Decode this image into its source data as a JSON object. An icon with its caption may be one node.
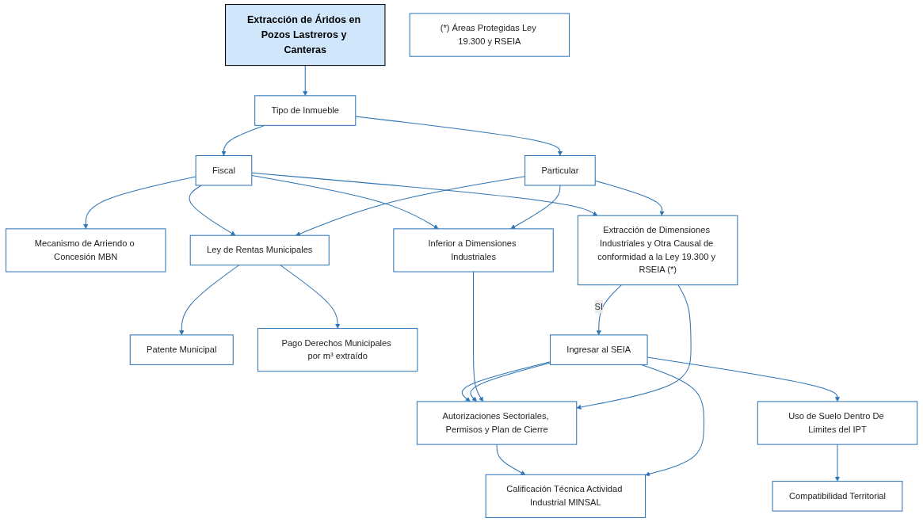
{
  "diagram": {
    "nodes": [
      {
        "text": [
          "Extracción de Áridos en Pozos Lastreros y Canteras"
        ]
      },
      {
        "text": [
          "Tipo de Inmueble"
        ]
      },
      {
        "text": [
          "Particular"
        ]
      },
      {
        "text": [
          "Fiscal"
        ]
      },
      {
        "text": [
          "Mecanismo de Arriendo o Concesión MBN"
        ]
      },
      {
        "text": [
          "Extracción de Dimensiones Industriales y Otra Causal de conformidad a la Ley 19.300 y RSEIA (*)"
        ]
      },
      {
        "text": [
          "Inferior a Dimensiones Industriales"
        ]
      },
      {
        "text": [
          "Ley de Rentas Municipales"
        ]
      },
      {
        "text": [
          "Ingresar al SEIA"
        ]
      },
      {
        "text": [
          "Autorizaciones Sectoriales, Permisos y Plan de Cierre"
        ]
      },
      {
        "text": [
          "Pago Derechos Municipales por m³ extraído"
        ]
      },
      {
        "text": [
          "Patente Municipal"
        ]
      },
      {
        "text": [
          "(*) Áreas Protegidas Ley 19.300 y RSEIA"
        ]
      },
      {
        "text": [
          "Uso de Suelo Dentro De Limites del IPT"
        ]
      },
      {
        "text": [
          "Calificación Técnica Actividad Industrial MINSAL"
        ]
      },
      {
        "text": [
          "Compatibilidad Territorial"
        ]
      }
    ],
    "edges": [
      {
        "from": 0,
        "to": 1,
        "arrow": "to"
      },
      {
        "from": 1,
        "to": 2,
        "arrow": "to"
      },
      {
        "from": 1,
        "to": 3,
        "arrow": "to"
      },
      {
        "from": 3,
        "to": 4,
        "arrow": "to"
      },
      {
        "from": 2,
        "to": 5,
        "arrow": "to"
      },
      {
        "from": 3,
        "to": 5,
        "arrow": "to"
      },
      {
        "from": 2,
        "to": 6,
        "arrow": "to"
      },
      {
        "from": 3,
        "to": 6,
        "arrow": "to"
      },
      {
        "from": 2,
        "to": 7,
        "arrow": "to"
      },
      {
        "from": 3,
        "to": 7,
        "arrow": "to"
      },
      {
        "from": 5,
        "to": 8,
        "arrow": "to",
        "label": "SI"
      },
      {
        "from": 5,
        "to": 9,
        "arrow": "to"
      },
      {
        "from": 6,
        "to": 9,
        "arrow": "to"
      },
      {
        "from": 8,
        "to": 9,
        "arrow": "to"
      },
      {
        "from": 8,
        "to": 9,
        "arrow": "to"
      },
      {
        "from": 8,
        "to": 14,
        "arrow": "to"
      },
      {
        "from": 8,
        "to": 13,
        "arrow": "to"
      },
      {
        "from": 9,
        "to": 14,
        "arrow": "to"
      },
      {
        "from": 7,
        "to": 10,
        "arrow": "to"
      },
      {
        "from": 7,
        "to": 11,
        "arrow": "to"
      },
      {
        "from": 13,
        "to": 15,
        "arrow": "to"
      }
    ]
  }
}
